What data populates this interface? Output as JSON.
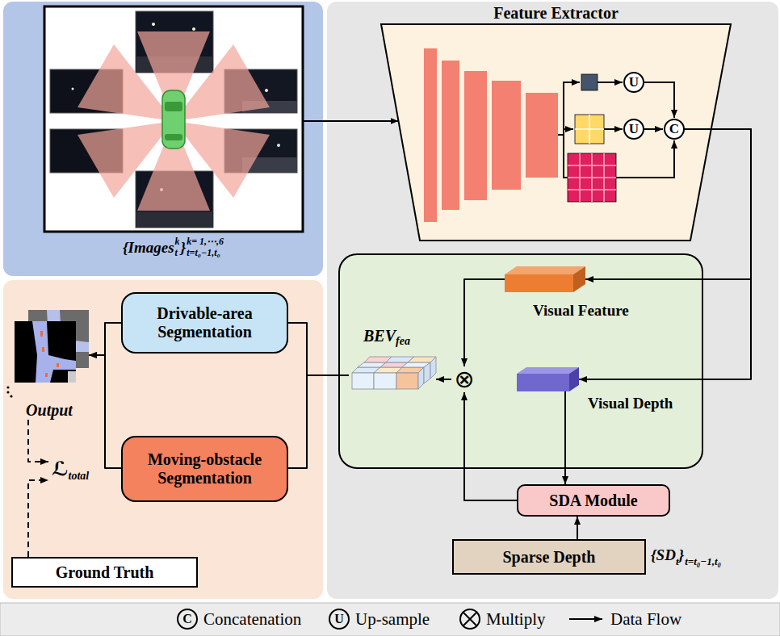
{
  "diagram": {
    "nodes": [
      {
        "text": [
          "{Images",
          "t",
          "k",
          "}",
          "t=t₀−1,t₀",
          "k= 1,⋯,6"
        ]
      },
      {
        "text": [
          "Feature Extractor"
        ]
      },
      {
        "text": [
          "Visual Feature"
        ]
      },
      {
        "text": [
          "Visual Depth"
        ]
      },
      {
        "text": [
          "⊗"
        ]
      },
      {
        "text": [
          "BEV",
          "fea"
        ]
      },
      {
        "text": [
          "SDA Module"
        ]
      },
      {
        "text": [
          "Sparse Depth"
        ]
      },
      {
        "text": [
          "Drivable-area Segmentation"
        ]
      },
      {
        "text": [
          "Moving-obstacle Segmentation"
        ]
      },
      {
        "text": [
          "Output"
        ]
      },
      {
        "text": [
          "ℒ",
          "total"
        ]
      },
      {
        "text": [
          "Ground Truth"
        ]
      }
    ],
    "edges": [
      {
        "from": 0,
        "to": 1,
        "arrow": "to"
      },
      {
        "from": 1,
        "to": 2,
        "arrow": "to"
      },
      {
        "from": 1,
        "to": 3,
        "arrow": "to"
      },
      {
        "from": 2,
        "to": 4,
        "arrow": "to"
      },
      {
        "from": 3,
        "to": 6,
        "arrow": "to"
      },
      {
        "from": 7,
        "to": 6,
        "arrow": "to"
      },
      {
        "from": 6,
        "to": 4,
        "arrow": "to"
      },
      {
        "from": 4,
        "to": 5,
        "arrow": "to"
      },
      {
        "from": 5,
        "to": 8,
        "arrow": "none"
      },
      {
        "from": 5,
        "to": 9,
        "arrow": "none"
      },
      {
        "from": 8,
        "to": 10,
        "arrow": "to"
      },
      {
        "from": 9,
        "to": 10,
        "arrow": "to"
      },
      {
        "from": 10,
        "to": 11,
        "arrow": "to"
      },
      {
        "from": 12,
        "to": 11,
        "arrow": "to"
      }
    ],
    "labels": [
      "U",
      "U",
      "C",
      "{SD",
      "t",
      "}",
      "t=t₀−1,t₀",
      "C",
      "U"
    ],
    "legend": [
      {
        "text": "Concatenation"
      },
      {
        "text": "Up-sample"
      },
      {
        "text": "Multiply"
      },
      {
        "text": "Data Flow"
      }
    ]
  }
}
